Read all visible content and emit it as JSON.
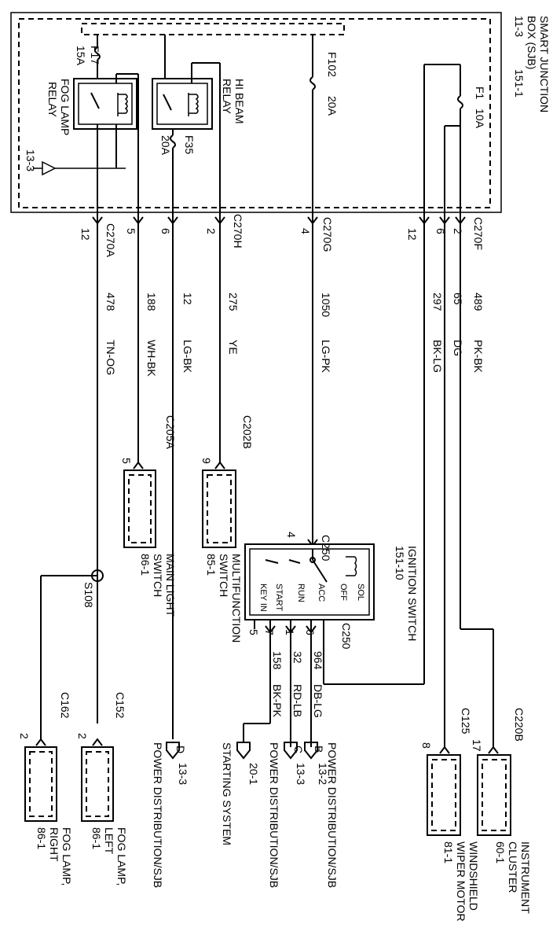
{
  "sjb": {
    "title": "SMART JUNCTION",
    "title2": "BOX (SJB)",
    "ref1": "11-3",
    "ref2": "151-1",
    "ground_ref": "13-3"
  },
  "fuses": {
    "f17": "F17",
    "f17_amp": "15A",
    "f102": "F102",
    "f102_amp": "20A",
    "f1": "F1",
    "f1_amp": "10A",
    "f35": "F35",
    "f35_amp": "20A"
  },
  "relays": {
    "fog_relay_l1": "FOG LAMP",
    "fog_relay_l2": "RELAY",
    "hi_relay_l1": "HI BEAM",
    "hi_relay_l2": "RELAY"
  },
  "connectors": {
    "c270a": "C270A",
    "c270h": "C270H",
    "c270g": "C270G",
    "c270f": "C270F",
    "c205a": "C205A",
    "c202b": "C202B",
    "c250": "C250",
    "c250b": "C250",
    "c162": "C162",
    "c152": "C152",
    "c125": "C125",
    "c220b": "C220B",
    "s108": "S108"
  },
  "pins": {
    "p12a": "12",
    "p5a": "5",
    "p6a": "6",
    "p2a": "2",
    "p4a": "4",
    "p12b": "12",
    "p6b": "6",
    "p2b": "2",
    "p5_main": "5",
    "p9_multi": "9",
    "p4_ign": "4",
    "p5_ign": "5",
    "p7_ign": "7",
    "p1_ign": "1",
    "p6_ign": "6",
    "p2_fogl": "2",
    "p2_fogr": "2",
    "p8_wiper": "8",
    "p17_cluster": "17"
  },
  "wires": [
    {
      "circuit": "478",
      "color": "TN-OG"
    },
    {
      "circuit": "188",
      "color": "WH-BK"
    },
    {
      "circuit": "12",
      "color": "LG-BK"
    },
    {
      "circuit": "275",
      "color": "YE"
    },
    {
      "circuit": "1050",
      "color": "LG-PK"
    },
    {
      "circuit": "297",
      "color": "BK-LG"
    },
    {
      "circuit": "65",
      "color": "DG"
    },
    {
      "circuit": "489",
      "color": "PK-BK"
    }
  ],
  "ign_wires": [
    {
      "circuit": "158",
      "color": "BK-PK"
    },
    {
      "circuit": "32",
      "color": "RD-LB"
    },
    {
      "circuit": "964",
      "color": "DB-LG"
    }
  ],
  "ignition": {
    "title": "IGNITION  SWITCH",
    "ref": "151-10",
    "positions": [
      "KEY IN",
      "START",
      "RUN",
      "ACC",
      "OFF",
      "SOL"
    ]
  },
  "components": {
    "main_light_l1": "MAIN LIGHT",
    "main_light_l2": "SWITCH",
    "main_light_ref": "86-1",
    "multi_l1": "MULTIFUNCTION",
    "multi_l2": "SWITCH",
    "multi_ref": "85-1",
    "fog_left_l1": "FOG LAMP,",
    "fog_left_l2": "LEFT",
    "fog_left_ref": "86-1",
    "fog_right_l1": "FOG LAMP,",
    "fog_right_l2": "RIGHT",
    "fog_right_ref": "86-1",
    "wiper_l1": "WINDSHIELD",
    "wiper_l2": "WIPER MOTOR",
    "wiper_ref": "81-1",
    "cluster_l1": "INSTRUMENT",
    "cluster_l2": "CLUSTER",
    "cluster_ref": "60-1"
  },
  "refs": {
    "D": {
      "letter": "D",
      "ref": "13-3",
      "label": "POWER DISTRIBUTION/SJB"
    },
    "start": {
      "ref": "20-1",
      "label": "STARTING SYSTEM"
    },
    "C": {
      "letter": "C",
      "ref": "13-3",
      "label": "POWER DISTRIBUTION/SJB"
    },
    "B": {
      "letter": "B",
      "ref": "13-2",
      "label": "POWER DISTRIBUTION/SJB"
    }
  }
}
